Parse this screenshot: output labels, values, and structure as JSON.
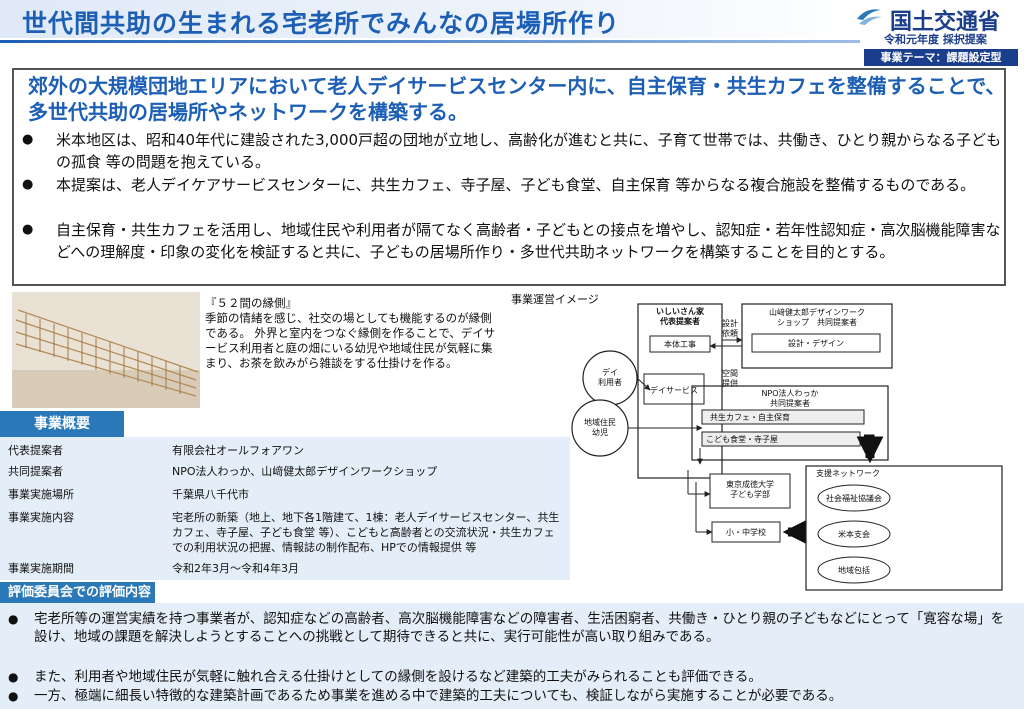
{
  "header": {
    "title": "世代間共助の生まれる宅老所でみんなの居場所作り",
    "ministry": "国土交通省",
    "adoption": "令和元年度 採択提案",
    "theme": "事業テーマ：課題設定型"
  },
  "summary": {
    "headline": "郊外の大規模団地エリアにおいて老人デイサービスセンター内に、自主保育・共生カフェを整備することで、多世代共助の居場所やネットワークを構築する。",
    "bullets": [
      "米本地区は、昭和40年代に建設された3,000戸超の団地が立地し、高齢化が進むと共に、子育て世帯では、共働き、ひとり親からなる子どもの孤食 等の問題を抱えている。",
      "本提案は、老人デイケアサービスセンターに、共生カフェ、寺子屋、子ども食堂、自主保育 等からなる複合施設を整備するものである。",
      "自主保育・共生カフェを活用し、地域住民や利用者が隔てなく高齢者・子どもとの接点を増やし、認知症・若年性認知症・高次脳機能障害などへの理解度・印象の変化を検証すると共に、子どもの居場所作り・多世代共助ネットワークを構築することを目的とする。"
    ]
  },
  "design": {
    "title": "『５２間の縁側』",
    "description": "季節の情緒を感じ、社交の場としても機能するのが縁側である。 外界と室内をつなぐ縁側を作ることで、デイサービス利用者と庭の畑にいる幼児や地域住民が気軽に集まり、お茶を飲みがら雑談をする仕掛けを作る。"
  },
  "overview": {
    "header": "事業概要",
    "rows": [
      {
        "label": "代表提案者",
        "value": "有限会社オールフォアワン"
      },
      {
        "label": "共同提案者",
        "value": "NPO法人わっか、山﨑健太郎デザインワークショップ"
      },
      {
        "label": "事業実施場所",
        "value": "千葉県八千代市"
      },
      {
        "label": "事業実施内容",
        "value": "宅老所の新築（地上、地下各1階建て、1棟：老人デイサービスセンター、共生カフェ、寺子屋、子ども食堂 等）、こどもと高齢者との交流状況・共生カフェでの利用状況の把握、情報誌の制作配布、HPでの情報提供 等"
      },
      {
        "label": "事業実施期間",
        "value": "令和2年3月～令和4年3月"
      }
    ]
  },
  "diagram": {
    "caption": "事業運営イメージ",
    "lead_proposer": "いしいさん家\n代表提案者",
    "main_work": "本体工事",
    "design_cost": "設計\n依頼",
    "yamazaki": "山﨑健太郎デザインワーク\nショップ　共同提案者",
    "design_box": "設計・デザイン",
    "space_provision": "空間\n提供",
    "npo": "NPO法人わっか\n共同提案者",
    "day_service": "デイサービス",
    "cafe": "共生カフェ・自主保育",
    "kids": "こども食堂・寺子屋",
    "day_user": "デイ\n利用者",
    "local": "地域住民\n幼児",
    "university": "東京成徳大学\n子ども学部",
    "school": "小・中学校",
    "support_network": "支援ネットワーク",
    "network_items": [
      "社会福祉協議会",
      "米本支会",
      "地域包括"
    ]
  },
  "evaluation": {
    "header": "評価委員会での評価内容",
    "bullets": [
      "宅老所等の運営実績を持つ事業者が、認知症などの高齢者、高次脳機能障害などの障害者、生活困窮者、共働き・ひとり親の子どもなどにとって「寛容な場」を設け、地域の課題を解決しようとすることへの挑戦として期待できると共に、実行可能性が高い取り組みである。",
      "また、利用者や地域住民が気軽に触れ合える仕掛けとしての縁側を設けるなど建築的工夫がみられることも評価できる。",
      "一方、極端に細長い特徴的な建築計画であるため事業を進める中で建築的工夫についても、検証しながら実施することが必要である。"
    ]
  },
  "colors": {
    "title_blue": "#1d5fb5",
    "ministry_navy": "#1a3d8c",
    "section_blue": "#2a78b8",
    "panel_tint": "#e4eef8"
  }
}
